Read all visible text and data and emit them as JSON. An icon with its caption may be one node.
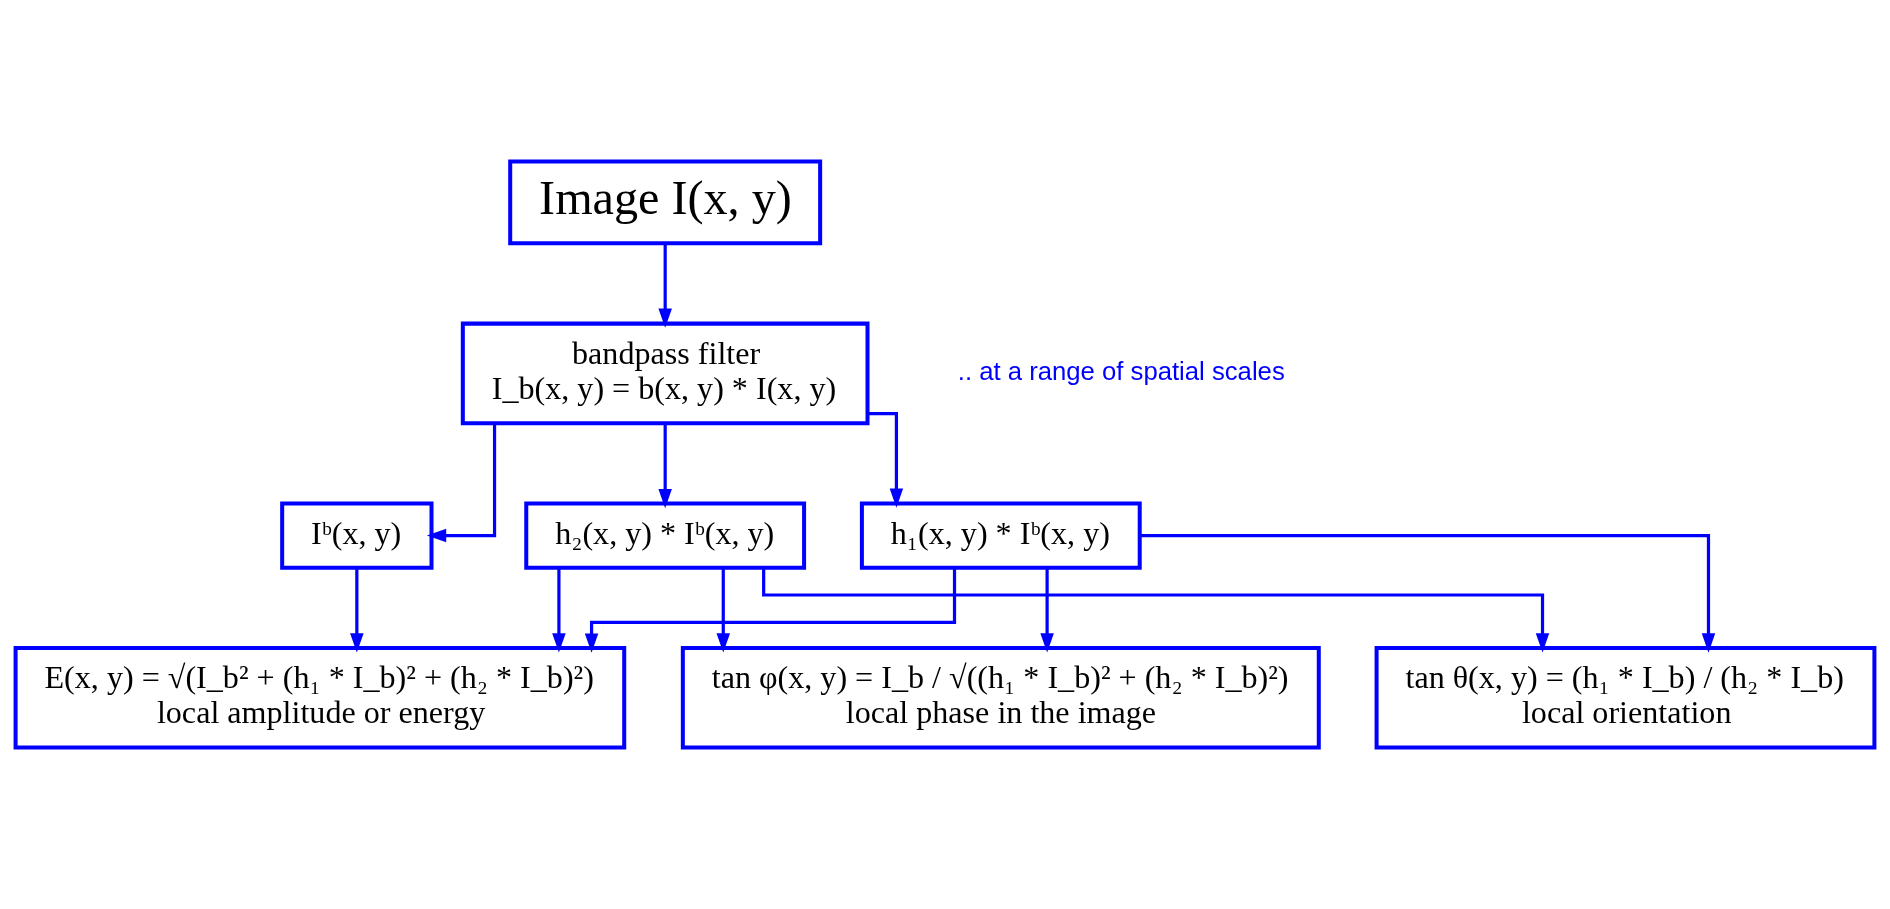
{
  "diagram": {
    "nodes": [
      {
        "text": [
          "Image I(x, y)"
        ]
      },
      {
        "text": [
          "bandpass filter",
          "I_b(x, y) = b(x, y) * I(x, y)"
        ]
      },
      {
        "text": [
          "Iᵇ(x, y)"
        ]
      },
      {
        "text": [
          "h₁(x, y) * Iᵇ(x, y)"
        ]
      },
      {
        "text": [
          "h₂(x, y) * Iᵇ(x, y)"
        ]
      },
      {
        "text": [
          "E(x, y) = √(I_b² + (h₁ * I_b)² + (h₂ * I_b)²)",
          "local amplitude or energy"
        ]
      },
      {
        "text": [
          "tan θ(x, y) = (h₁ * I_b) / (h₂ * I_b)",
          "local orientation"
        ]
      },
      {
        "text": [
          "tan φ(x, y) = I_b / √((h₁ * I_b)² + (h₂ * I_b)²)",
          "local phase in the image"
        ]
      }
    ],
    "edges": [
      {
        "from": 0,
        "to": 1,
        "arrow": "to"
      },
      {
        "from": 1,
        "to": 2,
        "arrow": "to"
      },
      {
        "from": 1,
        "to": 3,
        "arrow": "to"
      },
      {
        "from": 1,
        "to": 4,
        "arrow": "to"
      },
      {
        "from": 2,
        "to": 5,
        "arrow": "to"
      },
      {
        "from": 3,
        "to": 5,
        "arrow": "to"
      },
      {
        "from": 3,
        "to": 6,
        "arrow": "to"
      },
      {
        "from": 3,
        "to": 7,
        "arrow": "to"
      },
      {
        "from": 4,
        "to": 5,
        "arrow": "to"
      },
      {
        "from": 4,
        "to": 6,
        "arrow": "to"
      },
      {
        "from": 4,
        "to": 7,
        "arrow": "to"
      }
    ],
    "labels": [
      ".. at a range of spatial scales"
    ]
  }
}
